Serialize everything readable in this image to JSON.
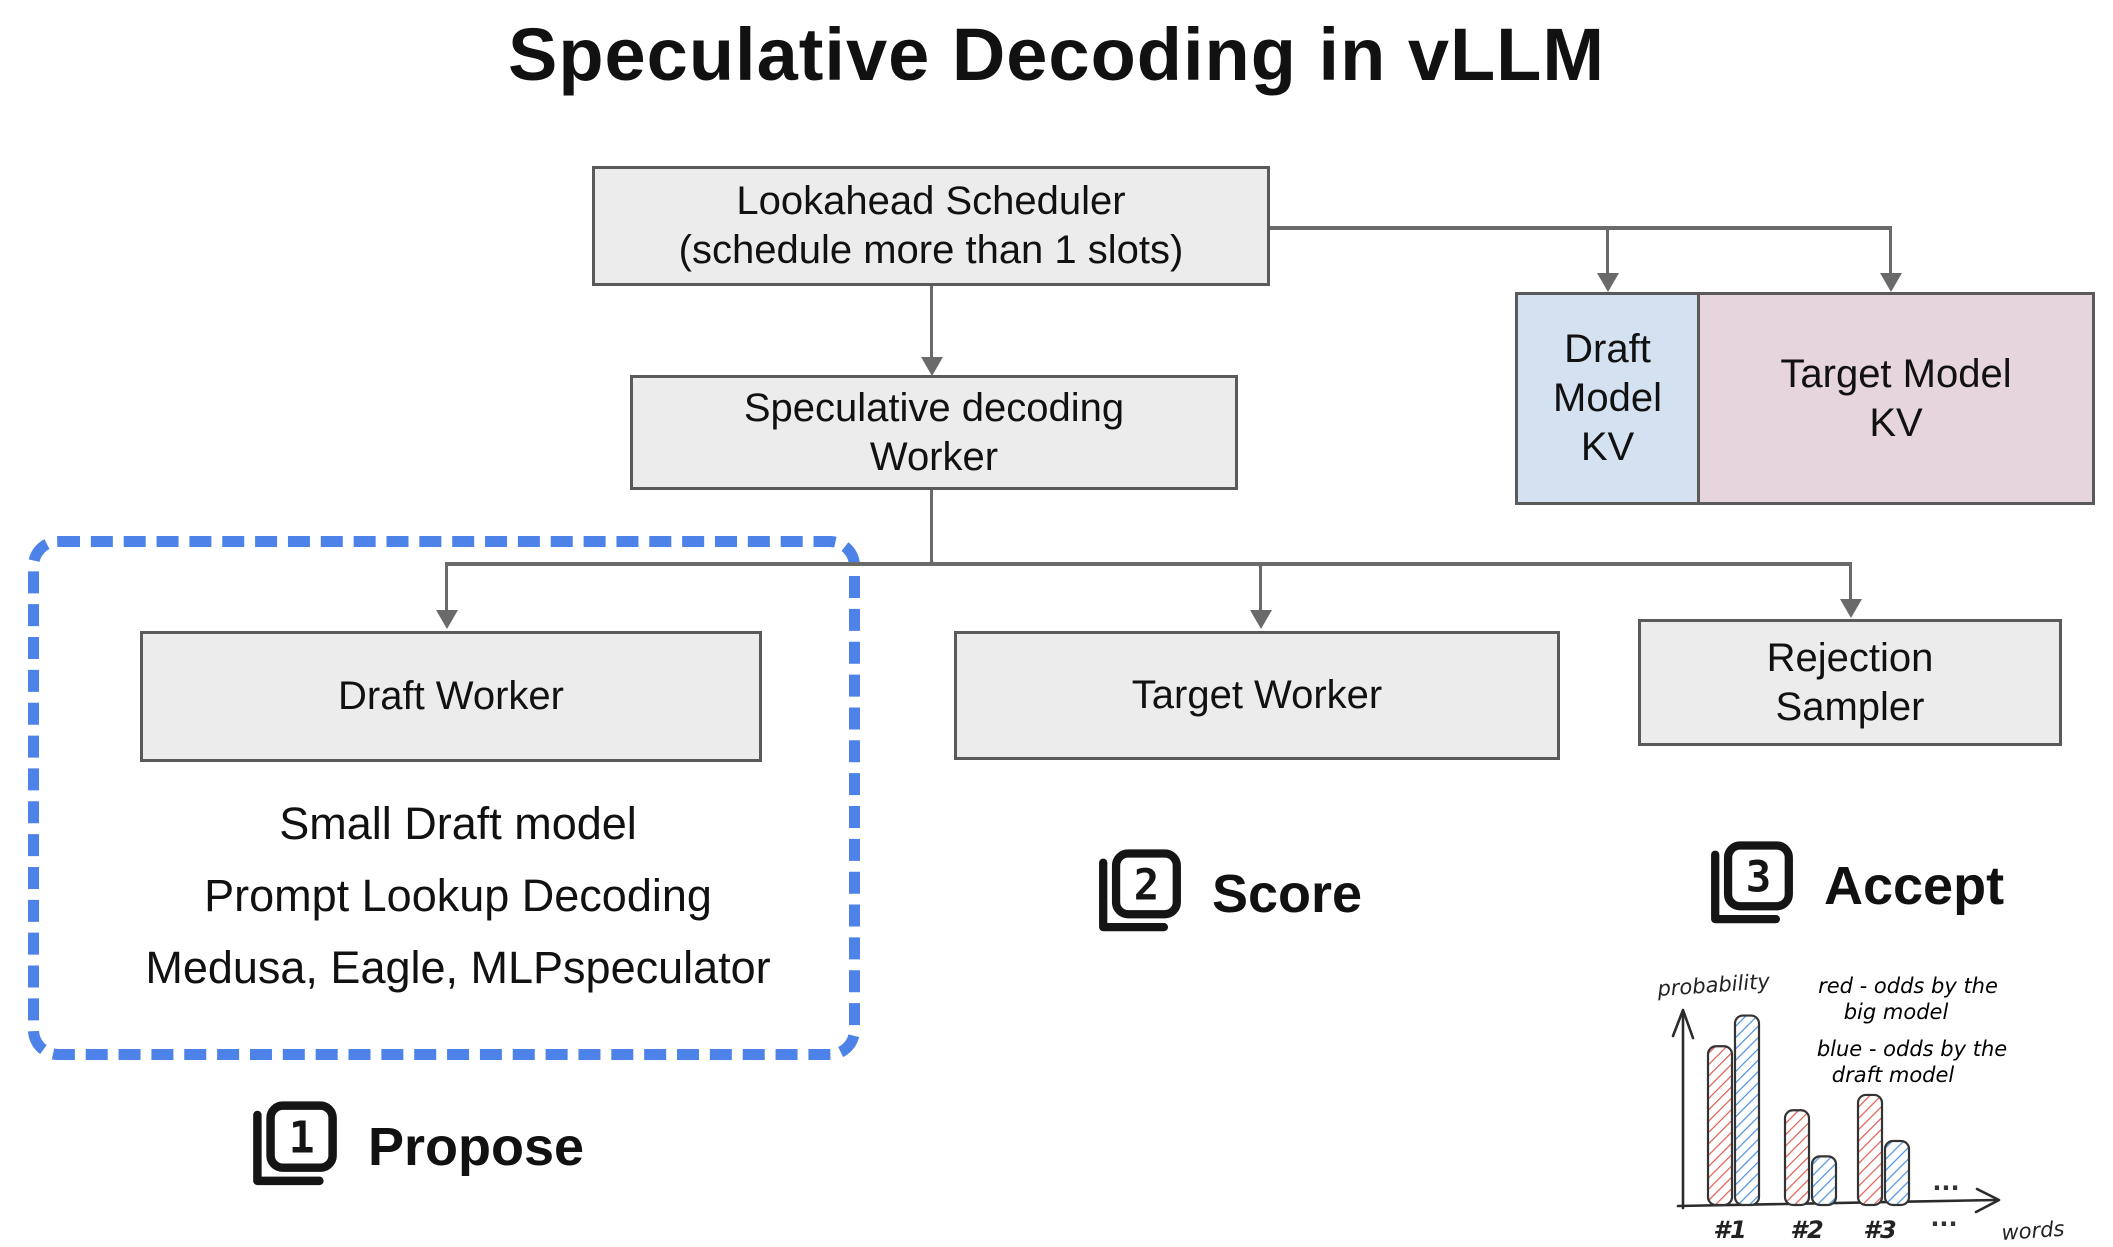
{
  "title": "Speculative Decoding in vLLM",
  "nodes": {
    "lookahead_scheduler": {
      "line1": "Lookahead Scheduler",
      "line2": "(schedule more than 1 slots)"
    },
    "spec_decoding_worker": {
      "line1": "Speculative decoding",
      "line2": "Worker"
    },
    "draft_worker": {
      "label": "Draft Worker"
    },
    "target_worker": {
      "label": "Target Worker"
    },
    "rejection_sampler": {
      "line1": "Rejection",
      "line2": "Sampler"
    },
    "draft_model_kv": {
      "line1": "Draft",
      "line2": "Model",
      "line3": "KV"
    },
    "target_model_kv": {
      "line1": "Target Model",
      "line2": "KV"
    }
  },
  "draft_methods": {
    "line1": "Small Draft model",
    "line2": "Prompt Lookup Decoding",
    "line3": "Medusa, Eagle, MLPspeculator"
  },
  "steps": {
    "propose": {
      "num": "1",
      "label": "Propose"
    },
    "score": {
      "num": "2",
      "label": "Score"
    },
    "accept": {
      "num": "3",
      "label": "Accept"
    }
  },
  "colors": {
    "node_fill": "#ececec",
    "node_border": "#5a5a5a",
    "draft_kv_fill": "#d4e1f0",
    "target_kv_fill": "#e6d5dd",
    "dashed_border": "#4d82e8",
    "connector": "#6a6a6a",
    "legend_red": "#e05c52",
    "legend_blue": "#4b90e2"
  },
  "chart_data": {
    "type": "bar",
    "title": "",
    "ylabel": "probability",
    "xlabel": "words",
    "categories": [
      "#1",
      "#2",
      "#3"
    ],
    "series": [
      {
        "name": "red - odds by the big model",
        "color": "#e05c52",
        "values": [
          0.62,
          0.37,
          0.43
        ]
      },
      {
        "name": "blue - odds by the draft model",
        "color": "#4b90e2",
        "values": [
          0.74,
          0.19,
          0.25
        ]
      }
    ],
    "legend": {
      "red_line1": "red - odds by the",
      "red_line2": "big model",
      "blue_line1": "blue - odds by the",
      "blue_line2": "draft model"
    },
    "ellipsis": "...",
    "ylim": [
      0,
      1
    ],
    "grid": false,
    "legend_position": "top-right",
    "style": "hand-drawn hatched rounded bars"
  }
}
